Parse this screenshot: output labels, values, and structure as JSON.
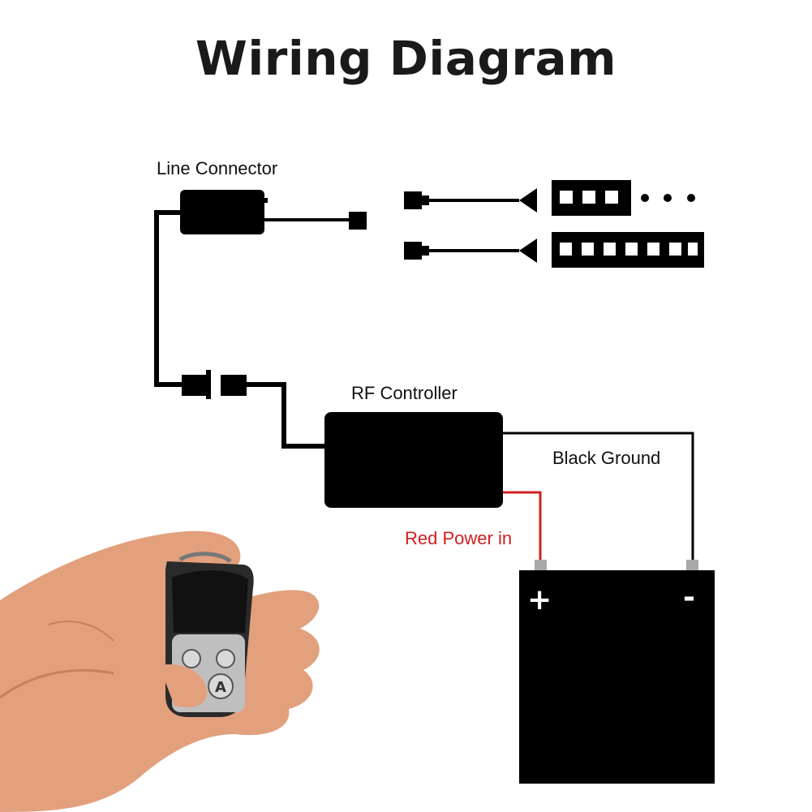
{
  "title": "Wiring Diagram",
  "labels": {
    "line_connector": "Line Connector",
    "rf_controller": "RF Controller",
    "black_ground": "Black Ground",
    "red_power_in": "Red Power in"
  },
  "battery": {
    "positive_symbol": "+",
    "negative_symbol": "-"
  },
  "colors": {
    "wire_black": "#000000",
    "wire_red": "#d01f1f",
    "terminal_grey": "#a9a9a9",
    "label_red": "#d01f1f"
  },
  "remote": {
    "button_letters": [
      "A"
    ]
  }
}
